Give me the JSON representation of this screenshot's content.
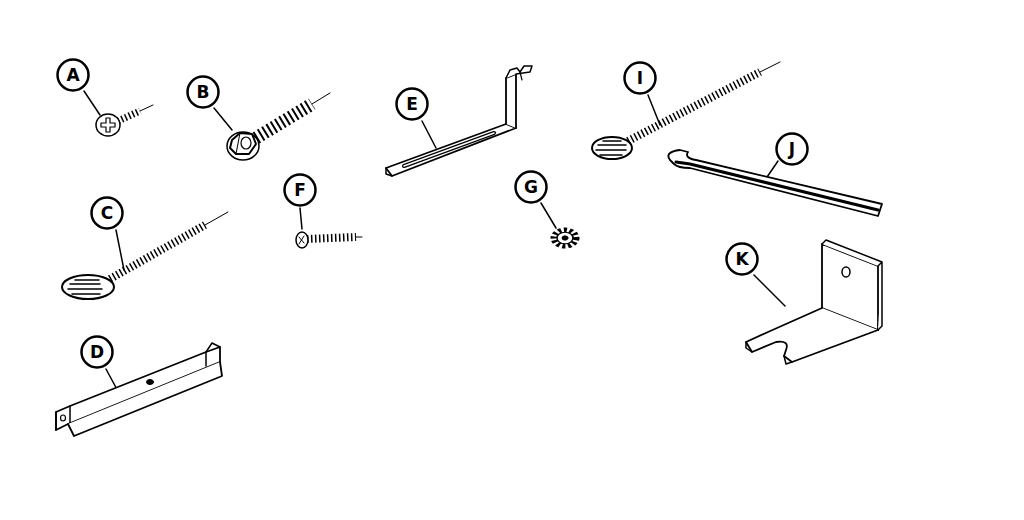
{
  "diagram": {
    "nodes": [
      {
        "text": [
          "A"
        ]
      },
      {
        "text": [
          "B"
        ]
      },
      {
        "text": [
          "C"
        ]
      },
      {
        "text": [
          "D"
        ]
      },
      {
        "text": [
          "E"
        ]
      },
      {
        "text": [
          "F"
        ]
      },
      {
        "text": [
          "G"
        ]
      },
      {
        "text": [
          "I"
        ]
      },
      {
        "text": [
          "J"
        ]
      },
      {
        "text": [
          "K"
        ]
      }
    ],
    "edges": []
  }
}
